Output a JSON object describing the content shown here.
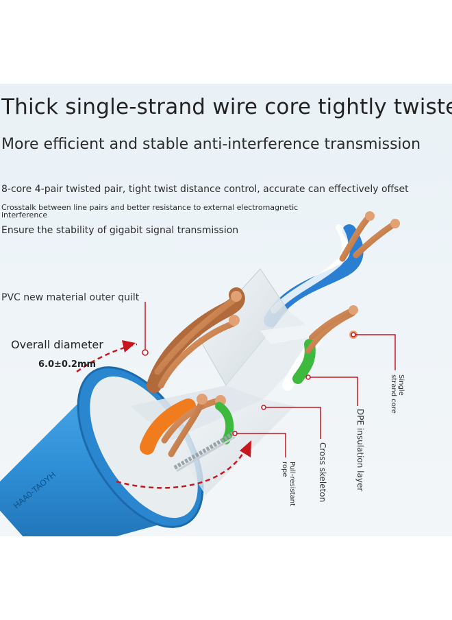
{
  "headline": "Thick single-strand wire core tightly twisted",
  "subheadline": "More efficient and stable anti-interference transmission",
  "description": {
    "line1": "8-core 4-pair twisted pair, tight twist distance control, accurate can effectively offset",
    "line2": "Crosstalk between line pairs and better resistance to external electromagnetic interference",
    "line3": "Ensure the stability of gigabit signal transmission"
  },
  "callouts": {
    "pvc_outer": "PVC new material outer quilt",
    "overall_diameter": "Overall diameter",
    "diameter_value": "6.0±0.2mm",
    "single_strand_core": "Single strand core",
    "dpe_insulation": "DPE insulation layer",
    "cross_skeleton": "Cross skeleton",
    "pull_resistant_rope": "Pull-resistant rope"
  },
  "cable_print": "HAA0-TAOYH",
  "colors": {
    "jacket_blue": "#2f8fd6",
    "copper": "#c9824f",
    "callout_red": "#c8161d",
    "green_pair": "#3dba3d",
    "orange_pair": "#f07c1e"
  }
}
